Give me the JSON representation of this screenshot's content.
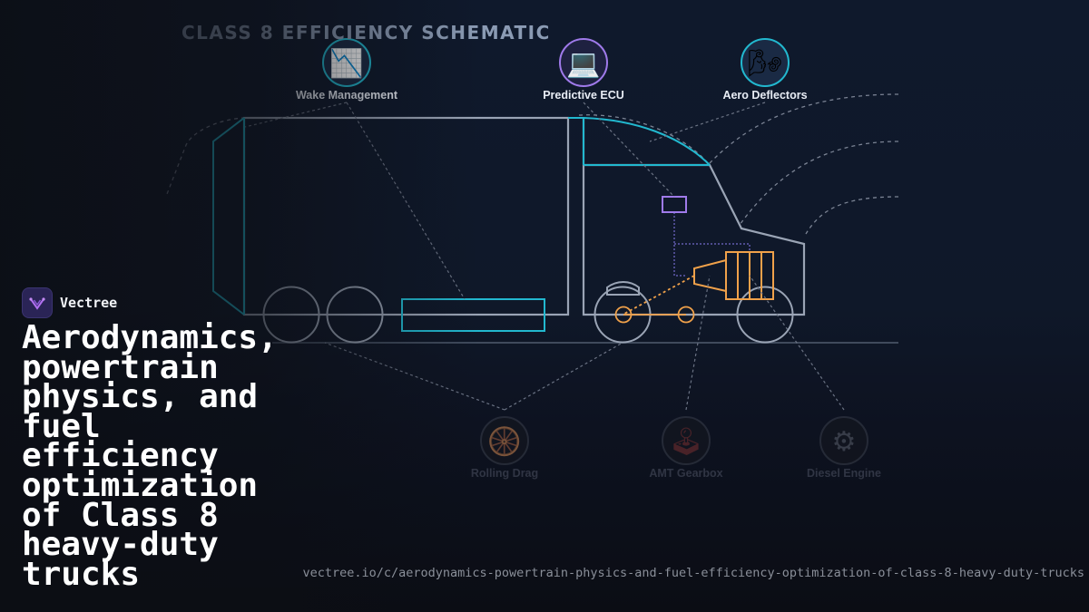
{
  "diagram": {
    "title": "CLASS 8 EFFICIENCY SCHEMATIC",
    "top_nodes": [
      {
        "label": "Wake Management",
        "icon": "chart-decreasing-icon",
        "glyph": "📉",
        "ring_color": "#22b8cf"
      },
      {
        "label": "Predictive ECU",
        "icon": "laptop-icon",
        "glyph": "💻",
        "ring_color": "#9f7aea"
      },
      {
        "label": "Aero Deflectors",
        "icon": "dashing-away-icon",
        "glyph": "🌬",
        "ring_color": "#22b8cf"
      }
    ],
    "bottom_nodes": [
      {
        "label": "Rolling Drag",
        "icon": "wheel-icon",
        "glyph": "🛞",
        "ring_color": "#3a3f4b"
      },
      {
        "label": "AMT Gearbox",
        "icon": "joystick-icon",
        "glyph": "🕹",
        "ring_color": "#3a3f4b"
      },
      {
        "label": "Diesel Engine",
        "icon": "gear-icon",
        "glyph": "⚙",
        "ring_color": "#3a3f4b"
      }
    ],
    "colors": {
      "trailer_outline": "#22b8cf",
      "truck_outline": "#9aa4b5",
      "ecu": "#9f7aea",
      "engine": "#f0a14a",
      "leader_lines": "#6b7384"
    }
  },
  "brand": {
    "name": "Vectree",
    "icon": "vectree-logo-icon"
  },
  "headline": "Aerodynamics, powertrain physics, and fuel efficiency optimization of Class 8 heavy-duty trucks",
  "url": "vectree.io/c/aerodynamics-powertrain-physics-and-fuel-efficiency-optimization-of-class-8-heavy-duty-trucks"
}
